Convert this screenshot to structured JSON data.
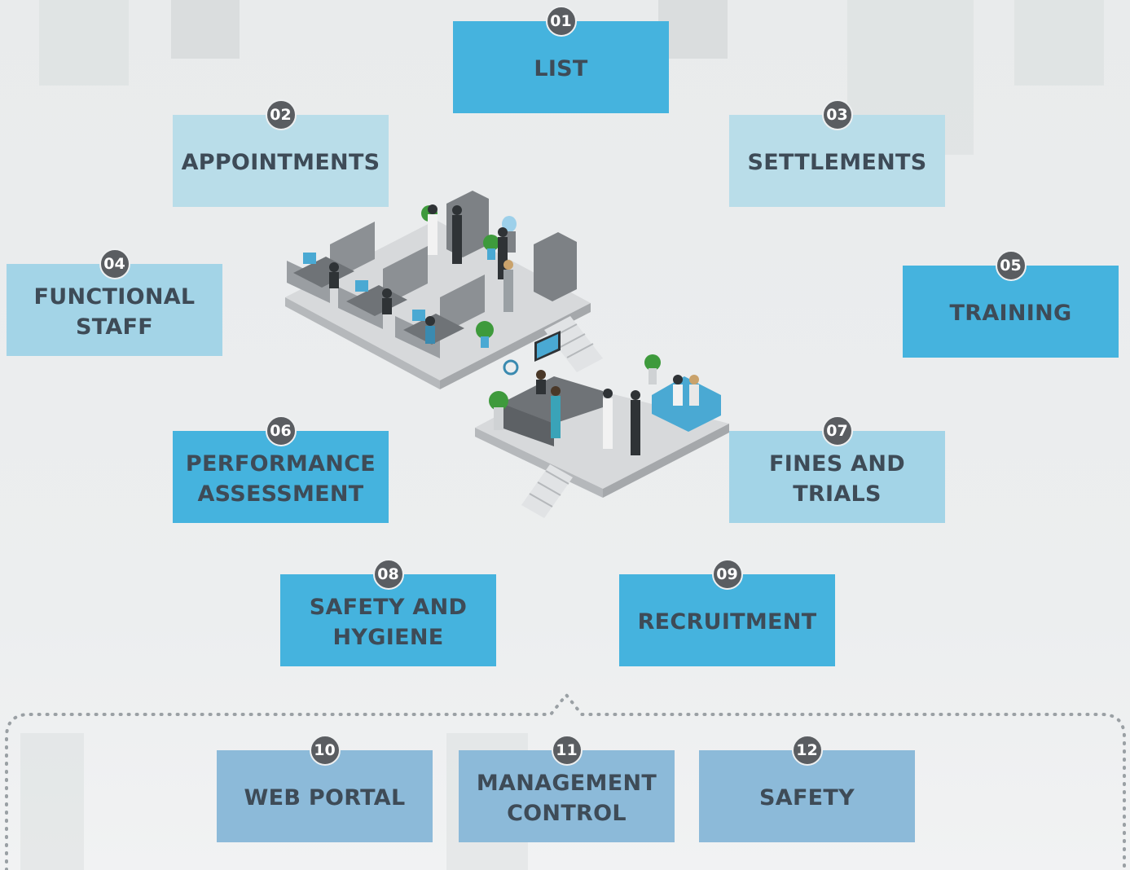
{
  "colors": {
    "tile_dark": "#45b3de",
    "tile_light": "#a3d4e7",
    "tile_pale": "#b9dde9",
    "tile_muted": "#8cbad9",
    "badge": "#5a5d61",
    "label": "#3e4b57",
    "dotted_frame": "#9aa0a4"
  },
  "tiles": [
    {
      "number": "01",
      "label": "LIST"
    },
    {
      "number": "02",
      "label": "APPOINTMENTS"
    },
    {
      "number": "03",
      "label": "SETTLEMENTS"
    },
    {
      "number": "04",
      "label": "FUNCTIONAL\nSTAFF"
    },
    {
      "number": "05",
      "label": "TRAINING"
    },
    {
      "number": "06",
      "label": "PERFORMANCE\nASSESSMENT"
    },
    {
      "number": "07",
      "label": "FINES AND\nTRIALS"
    },
    {
      "number": "08",
      "label": "SAFETY AND\nHYGIENE"
    },
    {
      "number": "09",
      "label": "RECRUITMENT"
    },
    {
      "number": "10",
      "label": "WEB PORTAL"
    },
    {
      "number": "11",
      "label": "MANAGEMENT\nCONTROL"
    },
    {
      "number": "12",
      "label": "SAFETY"
    }
  ]
}
